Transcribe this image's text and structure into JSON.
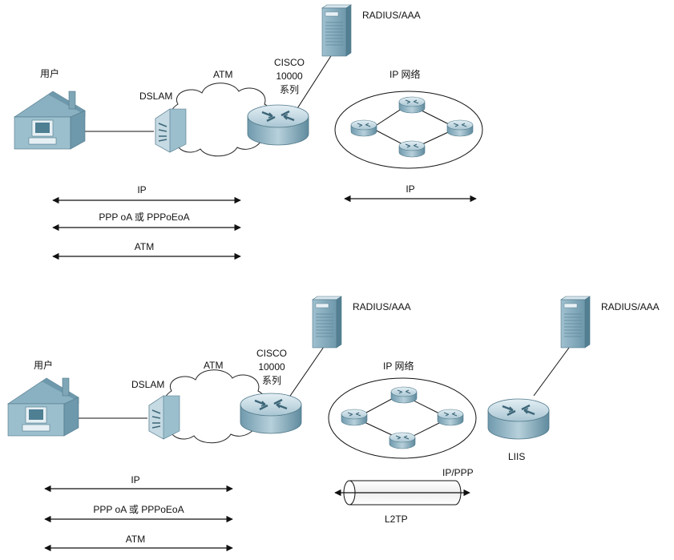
{
  "colors": {
    "line": "#111111",
    "device_light": "#cfe2ea",
    "device_mid": "#8fb3c3",
    "device_dark": "#5f8fa3",
    "house_wall": "#7fa8b8",
    "house_roof": "#5a8497",
    "cloud_stroke": "#222222"
  },
  "top": {
    "user_label": "用户",
    "dslam_label": "DSLAM",
    "atm_cloud_label": "ATM",
    "router_label_line1": "CISCO",
    "router_label_line2": "10000",
    "router_label_line3": "系列",
    "radius_label": "RADIUS/AAA",
    "ip_network_label": "IP 网络",
    "arrow_ip": "IP",
    "arrow_ppp": "PPP oA 或 PPPoEoA",
    "arrow_atm": "ATM",
    "arrow_ip_right": "IP"
  },
  "bottom": {
    "user_label": "用户",
    "dslam_label": "DSLAM",
    "atm_cloud_label": "ATM",
    "router_label_line1": "CISCO",
    "router_label_line2": "10000",
    "router_label_line3": "系列",
    "radius_label": "RADIUS/AAA",
    "radius2_label": "RADIUS/AAA",
    "ip_network_label": "IP 网络",
    "lns_label": "LIIS",
    "arrow_ip": "IP",
    "arrow_ppp": "PPP oA 或 PPPoEoA",
    "arrow_atm": "ATM",
    "tunnel_top_label": "IP/PPP",
    "tunnel_bottom_label": "L2TP"
  }
}
